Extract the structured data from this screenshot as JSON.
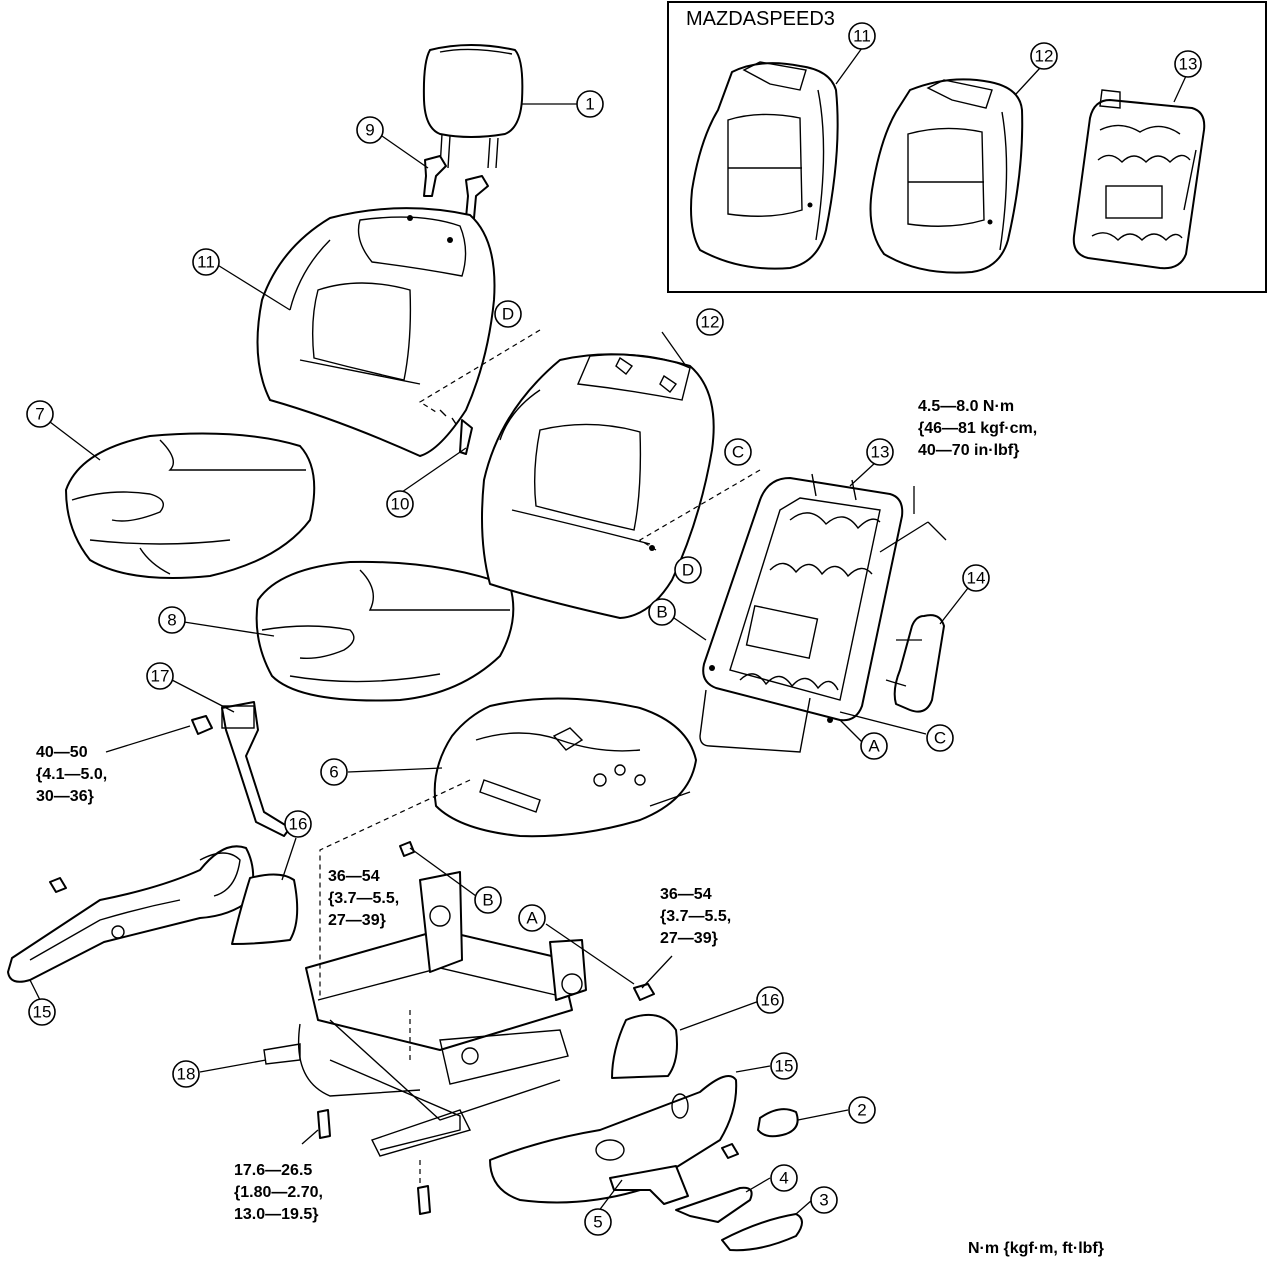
{
  "inset": {
    "title": "MAZDASPEED3",
    "callouts": [
      "11",
      "12",
      "13"
    ]
  },
  "callouts": {
    "c1": "1",
    "c2": "2",
    "c3": "3",
    "c4": "4",
    "c5": "5",
    "c6": "6",
    "c7": "7",
    "c8": "8",
    "c9": "9",
    "c10": "10",
    "c11": "11",
    "c12": "12",
    "c13": "13",
    "c14": "14",
    "c15a": "15",
    "c15b": "15",
    "c16a": "16",
    "c16b": "16",
    "c17": "17",
    "c18": "18"
  },
  "refs": {
    "d1": "D",
    "d2": "D",
    "c1": "C",
    "c2": "C",
    "b1": "B",
    "b2": "B",
    "a1": "A",
    "a2": "A"
  },
  "torques": {
    "t1": [
      "4.5—8.0 N·m",
      "{46—81 kgf·cm,",
      "40—70 in·lbf}"
    ],
    "t2": [
      "40—50",
      "{4.1—5.0,",
      "30—36}"
    ],
    "t3": [
      "36—54",
      "{3.7—5.5,",
      "27—39}"
    ],
    "t4": [
      "36—54",
      "{3.7—5.5,",
      "27—39}"
    ],
    "t5": [
      "17.6—26.5",
      "{1.80—2.70,",
      "13.0—19.5}"
    ]
  },
  "units": "N·m {kgf·m, ft·lbf}"
}
